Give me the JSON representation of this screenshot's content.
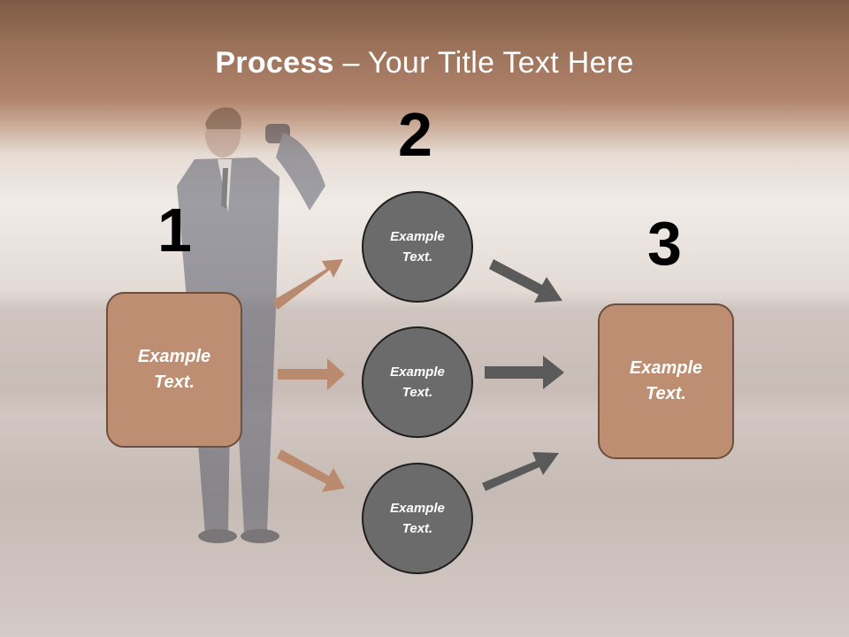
{
  "title": {
    "bold": "Process",
    "rest": " – Your Title Text Here"
  },
  "numbers": [
    "1",
    "2",
    "3"
  ],
  "left_box": {
    "line1": "Example",
    "line2": "Text."
  },
  "circles": [
    {
      "line1": "Example",
      "line2": "Text."
    },
    {
      "line1": "Example",
      "line2": "Text."
    },
    {
      "line1": "Example",
      "line2": "Text."
    }
  ],
  "right_box": {
    "line1": "Example",
    "line2": "Text."
  },
  "colors": {
    "box_fill": "#bd8e72",
    "circle_fill": "#6b6b6b",
    "arrow_brown": "#b98a6e",
    "arrow_gray": "#5a5a5a"
  }
}
